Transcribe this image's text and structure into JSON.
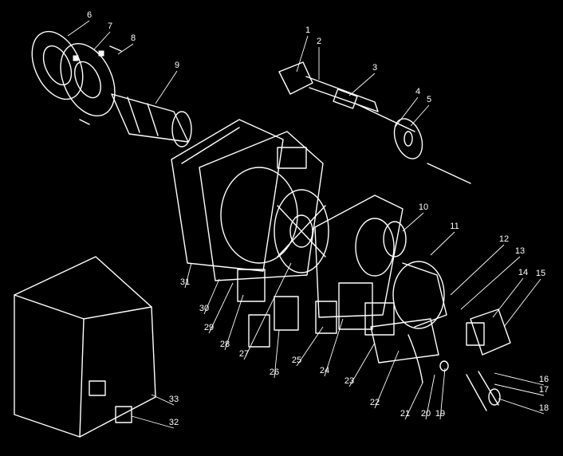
{
  "labels": [
    "1",
    "2",
    "3",
    "4",
    "5",
    "6",
    "7",
    "8",
    "9",
    "10",
    "11",
    "12",
    "13",
    "14",
    "15",
    "16",
    "17",
    "18",
    "19",
    "20",
    "21",
    "22",
    "23",
    "24",
    "25",
    "26",
    "27",
    "28",
    "29",
    "30",
    "31",
    "32",
    "33"
  ],
  "colors": {
    "background": "#000000",
    "ink": "#ffffff"
  }
}
